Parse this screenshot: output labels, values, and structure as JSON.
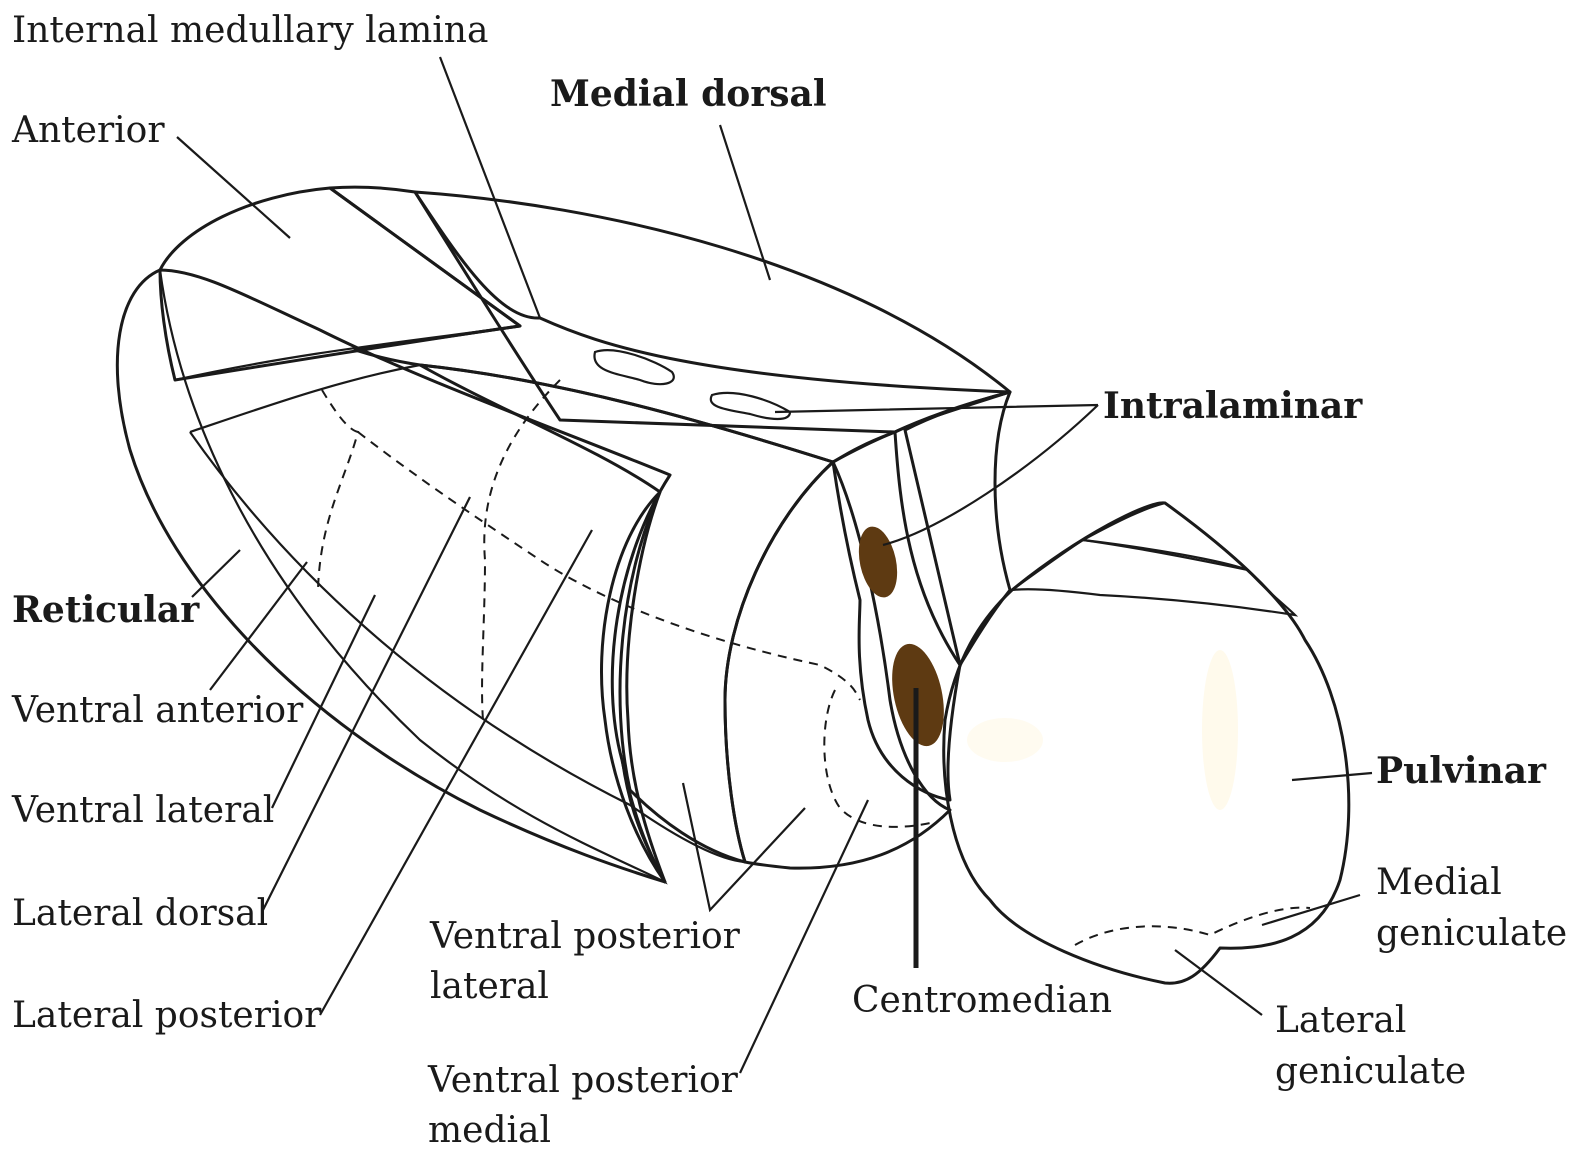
{
  "colors": {
    "reticular": "#c94a4a",
    "anterior": "#f0a238",
    "lamina": "#f6d36d",
    "medial_dorsal": "#9e9ad0",
    "ventral": "#a49d86",
    "ventral_dark": "#6f6659",
    "intralaminar": "#e3a03a",
    "intralaminar_spot": "#5e3a12",
    "pulvinar": "#c9a85a",
    "green_rim": "#a9dda3"
  },
  "labels": {
    "internal_medullary_lamina": "Internal medullary lamina",
    "medial_dorsal": "Medial dorsal",
    "anterior": "Anterior",
    "intralaminar": "Intralaminar",
    "reticular": "Reticular",
    "ventral_anterior": "Ventral anterior",
    "ventral_lateral": "Ventral lateral",
    "lateral_dorsal": "Lateral dorsal",
    "lateral_posterior": "Lateral posterior",
    "pulvinar": "Pulvinar",
    "medial_geniculate_1": "Medial",
    "medial_geniculate_2": "geniculate",
    "ventral_posterior_lateral_1": "Ventral posterior",
    "ventral_posterior_lateral_2": "lateral",
    "ventral_posterior_medial_1": "Ventral posterior",
    "ventral_posterior_medial_2": "medial",
    "centromedian": "Centromedian",
    "lateral_geniculate_1": "Lateral",
    "lateral_geniculate_2": "geniculate"
  }
}
